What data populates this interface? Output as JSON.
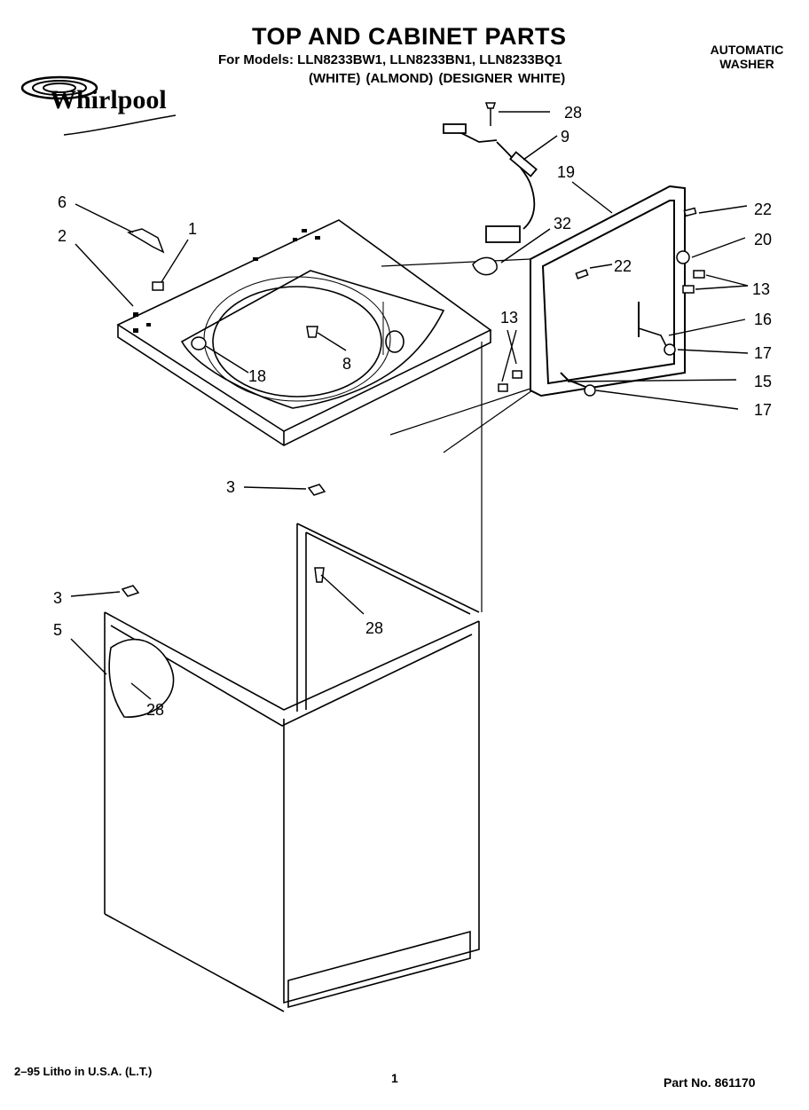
{
  "header": {
    "title": "TOP AND CABINET PARTS",
    "models_line": "For Models: LLN8233BW1, LLN8233BN1, LLN8233BQ1",
    "variants_line": "(WHITE)    (ALMOND) (DESIGNER WHITE)",
    "product_line1": "AUTOMATIC",
    "product_line2": "WASHER",
    "brand": "Whirlpool"
  },
  "callouts": {
    "c28a": "28",
    "c9": "9",
    "c19": "19",
    "c6": "6",
    "c1": "1",
    "c32": "32",
    "c22a": "22",
    "c2": "2",
    "c20": "20",
    "c22b": "22",
    "c13a": "13",
    "c16": "16",
    "c13b": "13",
    "c17a": "17",
    "c8": "8",
    "c18": "18",
    "c15": "15",
    "c17b": "17",
    "c3a": "3",
    "c28b": "28",
    "c3b": "3",
    "c5": "5",
    "c28c": "28"
  },
  "footer": {
    "litho": "2–95 Litho in U.S.A. (L.T.)",
    "page": "1",
    "part_no": "Part No. 861170"
  }
}
